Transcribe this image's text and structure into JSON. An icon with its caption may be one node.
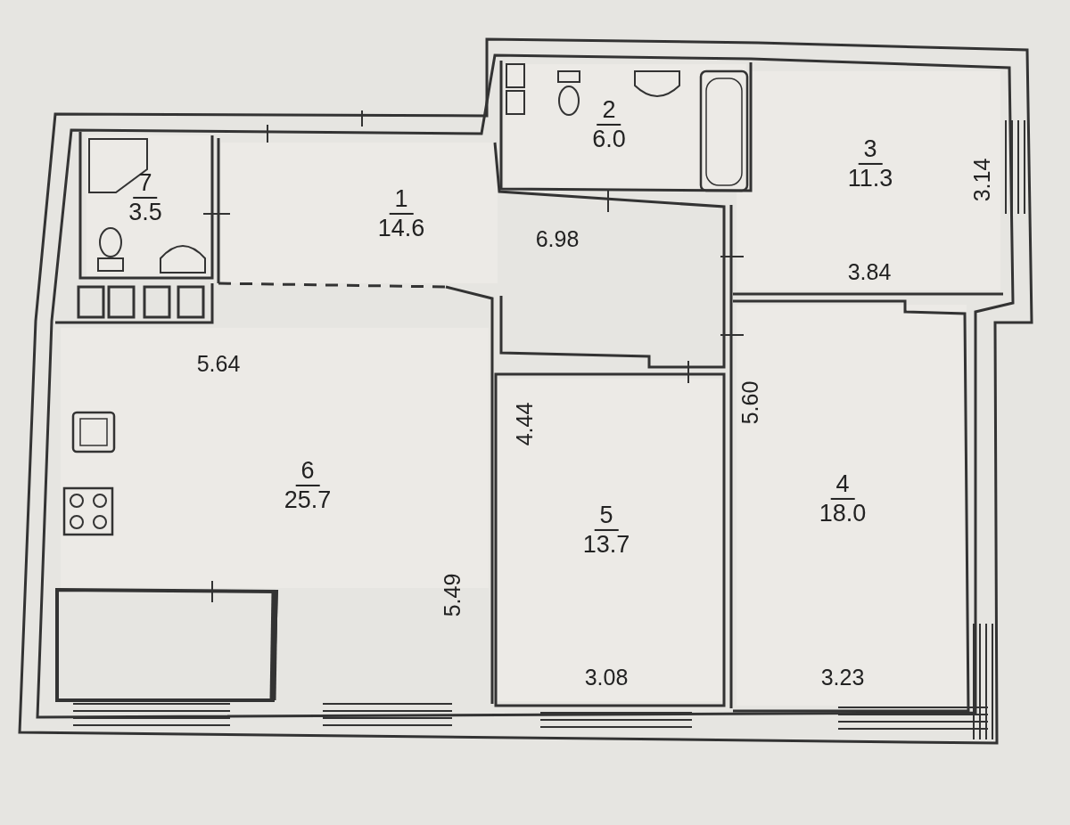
{
  "diagram": {
    "nodes": [
      {
        "text": [
          "2",
          "6.0"
        ]
      },
      {
        "text": [
          "3",
          "11.3"
        ]
      },
      {
        "text": [
          "7",
          "3.5"
        ]
      },
      {
        "text": [
          "1",
          "14.6"
        ]
      },
      {
        "text": [
          "6",
          "25.7"
        ]
      },
      {
        "text": [
          "5",
          "13.7"
        ]
      },
      {
        "text": [
          "4",
          "18.0"
        ]
      }
    ],
    "edges": [],
    "labels": [
      "3.14",
      "6.98",
      "3.84",
      "5.64",
      "4.44",
      "5.60",
      "5.49",
      "3.08",
      "3.23"
    ]
  }
}
